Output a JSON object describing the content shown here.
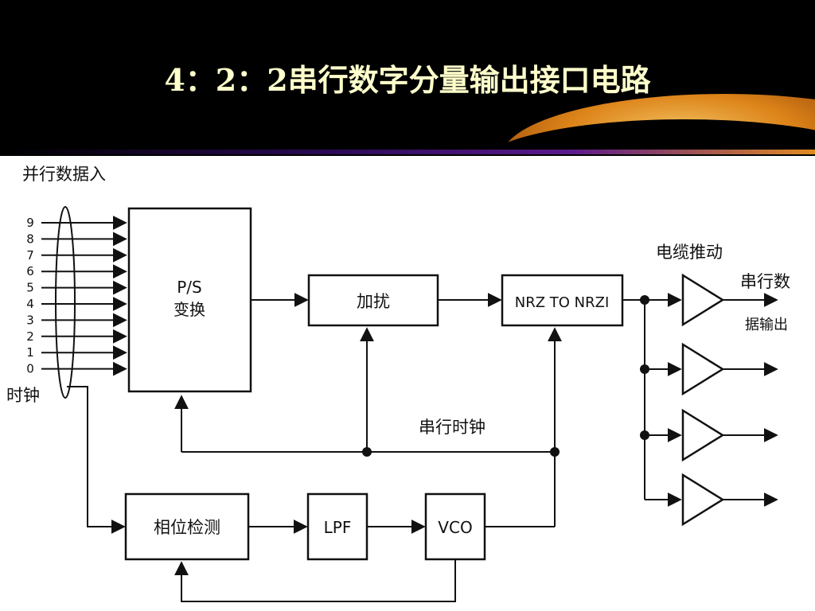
{
  "title": "4：2：2串行数字分量输出接口电路",
  "labels": {
    "parallel_in": "并行数据入",
    "clock": "时钟",
    "cable_drive": "电缆推动",
    "serial_out_1": "串行数",
    "serial_out_2": "据输出",
    "serial_clock": "串行时钟"
  },
  "blocks": {
    "ps_1": "P/S",
    "ps_2": "变换",
    "scramble": "加扰",
    "nrz": "NRZ TO NRZI",
    "phase": "相位检测",
    "lpf": "LPF",
    "vco": "VCO"
  },
  "bits": [
    "9",
    "8",
    "7",
    "6",
    "5",
    "4",
    "3",
    "2",
    "1",
    "0"
  ]
}
